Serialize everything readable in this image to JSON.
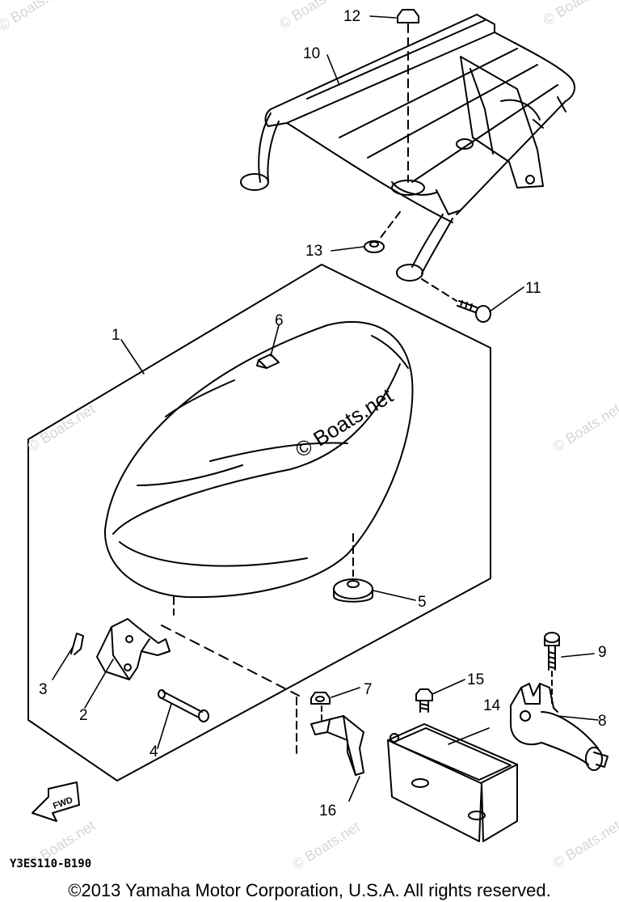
{
  "callouts": {
    "c1": "1",
    "c2": "2",
    "c3": "3",
    "c4": "4",
    "c5": "5",
    "c6": "6",
    "c7": "7",
    "c8": "8",
    "c9": "9",
    "c10": "10",
    "c11": "11",
    "c12": "12",
    "c13": "13",
    "c14": "14",
    "c15": "15",
    "c16": "16"
  },
  "watermark": "© Boats.net",
  "fwd_label": "FWD",
  "diagram_code": "Y3ES110-B190",
  "copyright": "©2013 Yamaha Motor Corporation, U.S.A. All rights reserved."
}
